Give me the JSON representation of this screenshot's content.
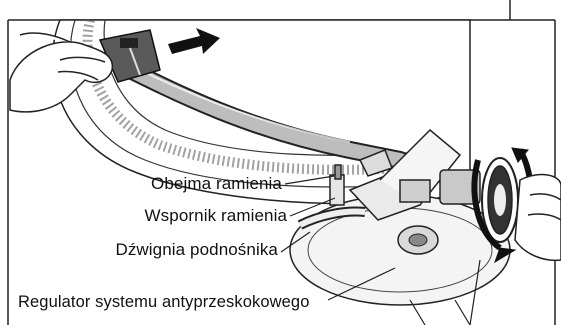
{
  "labels": {
    "arm_clamp": "Obejma ramienia",
    "arm_rest": "Wspornik ramienia",
    "cue_lever": "Dźwignia podnośnika",
    "anti_skate": "Regulator systemu antyprzeskokowego"
  },
  "icons": {
    "direction_arrow": "arrow-right-icon",
    "rotation_arrow": "rotate-arrow-icon"
  }
}
